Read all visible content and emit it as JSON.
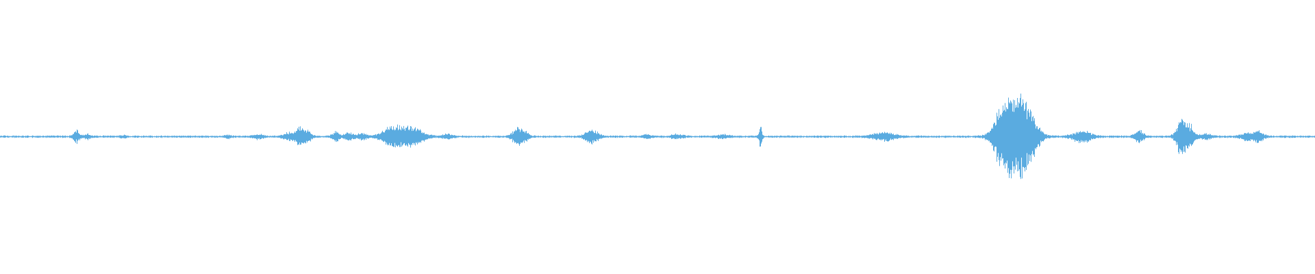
{
  "waveform": {
    "color": "#5aabe0",
    "background": "#ffffff",
    "baseline_amplitude": 0.01,
    "bursts": [
      {
        "position": 0.058,
        "amplitude": 0.05,
        "width": 0.002
      },
      {
        "position": 0.066,
        "amplitude": 0.02,
        "width": 0.002
      },
      {
        "position": 0.094,
        "amplitude": 0.01,
        "width": 0.002
      },
      {
        "position": 0.173,
        "amplitude": 0.015,
        "width": 0.002
      },
      {
        "position": 0.196,
        "amplitude": 0.02,
        "width": 0.003
      },
      {
        "position": 0.219,
        "amplitude": 0.04,
        "width": 0.003
      },
      {
        "position": 0.227,
        "amplitude": 0.08,
        "width": 0.002
      },
      {
        "position": 0.233,
        "amplitude": 0.06,
        "width": 0.003
      },
      {
        "position": 0.255,
        "amplitude": 0.05,
        "width": 0.002
      },
      {
        "position": 0.265,
        "amplitude": 0.03,
        "width": 0.003
      },
      {
        "position": 0.275,
        "amplitude": 0.03,
        "width": 0.003
      },
      {
        "position": 0.296,
        "amplitude": 0.06,
        "width": 0.006
      },
      {
        "position": 0.306,
        "amplitude": 0.07,
        "width": 0.007
      },
      {
        "position": 0.317,
        "amplitude": 0.05,
        "width": 0.006
      },
      {
        "position": 0.34,
        "amplitude": 0.02,
        "width": 0.003
      },
      {
        "position": 0.395,
        "amplitude": 0.09,
        "width": 0.004
      },
      {
        "position": 0.45,
        "amplitude": 0.06,
        "width": 0.004
      },
      {
        "position": 0.492,
        "amplitude": 0.015,
        "width": 0.003
      },
      {
        "position": 0.515,
        "amplitude": 0.02,
        "width": 0.004
      },
      {
        "position": 0.55,
        "amplitude": 0.015,
        "width": 0.004
      },
      {
        "position": 0.578,
        "amplitude": 0.08,
        "width": 0.001
      },
      {
        "position": 0.672,
        "amplitude": 0.04,
        "width": 0.007
      },
      {
        "position": 0.762,
        "amplitude": 0.2,
        "width": 0.006
      },
      {
        "position": 0.773,
        "amplitude": 0.35,
        "width": 0.007
      },
      {
        "position": 0.783,
        "amplitude": 0.12,
        "width": 0.006
      },
      {
        "position": 0.823,
        "amplitude": 0.05,
        "width": 0.006
      },
      {
        "position": 0.866,
        "amplitude": 0.05,
        "width": 0.003
      },
      {
        "position": 0.898,
        "amplitude": 0.16,
        "width": 0.003
      },
      {
        "position": 0.904,
        "amplitude": 0.1,
        "width": 0.003
      },
      {
        "position": 0.917,
        "amplitude": 0.02,
        "width": 0.004
      },
      {
        "position": 0.948,
        "amplitude": 0.03,
        "width": 0.004
      },
      {
        "position": 0.957,
        "amplitude": 0.05,
        "width": 0.003
      }
    ]
  }
}
